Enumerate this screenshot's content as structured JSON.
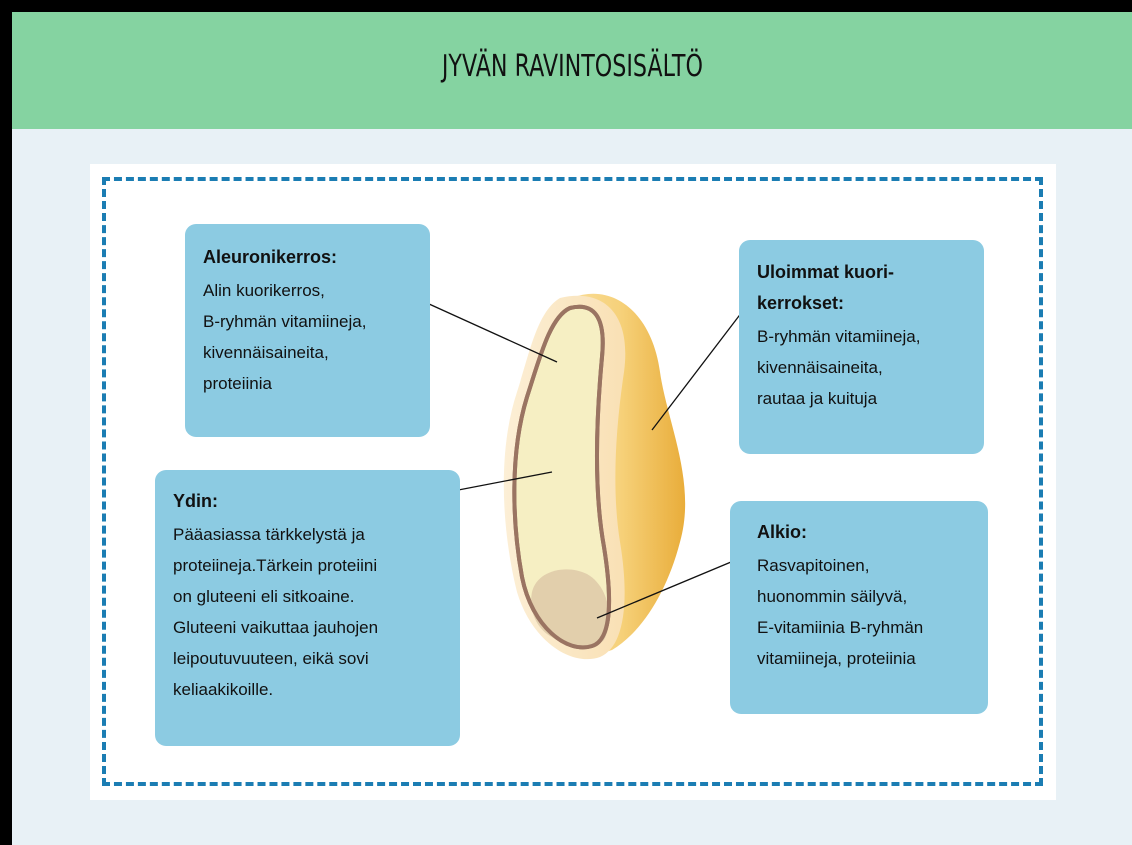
{
  "title": "JYVÄN RAVINTOSISÄLTÖ",
  "labels": {
    "aleuroni": {
      "heading": "Aleuronikerros:",
      "text": "Alin kuorikerros,\nB-ryhmän vitamiineja,\nkivennäisaineita,\nproteiinia"
    },
    "uloimmat": {
      "heading": "Uloimmat kuori-\nkerrokset:",
      "text": "B-ryhmän vitamiineja,\nkivennäisaineita,\nrautaa ja kuituja"
    },
    "ydin": {
      "heading": "Ydin:",
      "text": "Pääasiassa tärkkelystä ja\nproteiineja.Tärkein proteiini\non gluteeni eli sitkoaine.\nGluteeni vaikuttaa jauhojen\nleipoutuvuuteen, eikä sovi\nkeliaakikoille."
    },
    "alkio": {
      "heading": "Alkio:",
      "text": "Rasvapitoinen,\nhuonommin säilyvä,\nE-vitamiinia B-ryhmän\nvitamiineja, proteiinia"
    }
  },
  "colors": {
    "header": "#85d3a1",
    "page_background": "#e8f1f6",
    "label_box": "#8ccbe2",
    "dashed_border": "#1b7db3",
    "grain_outer": "#f5c862",
    "grain_hull": "#fbe7c2",
    "endosperm": "#f6efc3",
    "aleurone_line": "#9a7462",
    "germ": "#e0ccaa"
  }
}
